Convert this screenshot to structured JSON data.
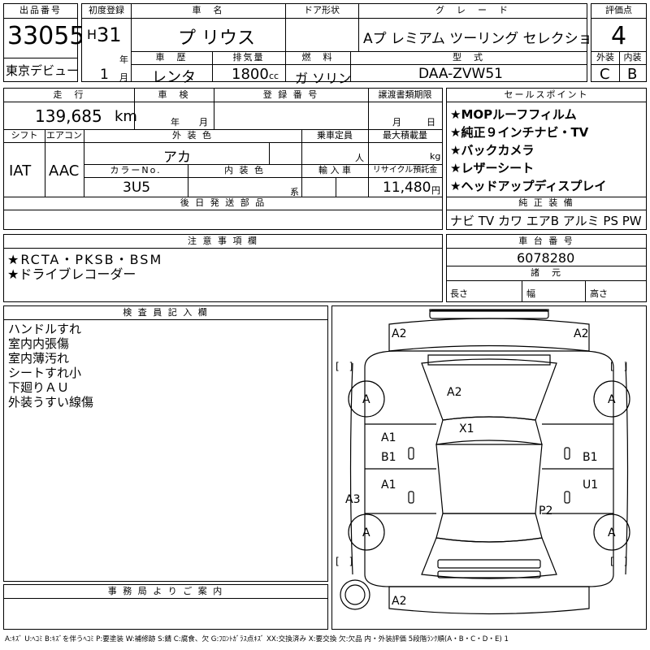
{
  "header": {
    "lot_label": "出品番号",
    "lot_number": "33055",
    "event_label": "東京デビュー",
    "first_reg_label": "初度登録",
    "era": "H",
    "year_value": "31",
    "year_unit": "年",
    "month_value": "1",
    "month_unit": "月",
    "car_name_label": "車　名",
    "car_name": "プ リウス",
    "door_label": "ドア形状",
    "door_value": "",
    "grade_label": "グ　レ　ー　ド",
    "grade": "Aプ レミアム ツーリング セレクション",
    "history_label": "車　歴",
    "history": "レンタ",
    "displacement_label": "排気量",
    "displacement": "1800",
    "displacement_unit": "cc",
    "fuel_label": "燃　料",
    "fuel": "ガ ソリン",
    "model_label": "型　式",
    "model": "DAA-ZVW51",
    "score_label": "評価点",
    "score": "4",
    "exterior_label": "外装",
    "exterior": "C",
    "interior_label": "内装",
    "interior": "B"
  },
  "details": {
    "mileage_label": "走　行",
    "mileage": "139,685",
    "mileage_unit": "km",
    "inspection_label": "車　検",
    "inspection_year_unit": "年",
    "inspection_month_unit": "月",
    "reg_label": "登 録 番 号",
    "manual_label": "譲渡書類期限",
    "manual_month_unit": "月",
    "manual_day_unit": "日",
    "shift_label": "シフト",
    "shift": "IAT",
    "ac_label": "エアコン",
    "ac": "AAC",
    "ext_color_label": "外 装 色",
    "ext_color": "アカ",
    "capacity_label": "乗車定員",
    "capacity_unit": "人",
    "max_load_label": "最大積載量",
    "max_load_unit": "kg",
    "color_no_label": "カラーNo.",
    "color_no": "3U5",
    "int_color_label": "内 装 色",
    "int_color_unit": "系",
    "import_label": "輸 入 車",
    "recycle_label": "リサイクル預託金",
    "recycle": "11,480",
    "recycle_unit": "円",
    "later_parts_label": "後 日 発 送 部 品"
  },
  "sales_points": {
    "label": "セールスポイント",
    "items": [
      "★MOPルーフフィルム",
      "★純正９インチナビ・TV",
      "★バックカメラ",
      "★レザーシート",
      "★ヘッドアップディスプレイ"
    ]
  },
  "equipment": {
    "label": "純 正 装 備",
    "value": "ナビ TV カワ エアB アルミ PS PW"
  },
  "notes": {
    "label": "注 意 事 項 欄",
    "items": [
      "★RCTA・PKSB・BSM",
      "★ドライブレコーダー"
    ]
  },
  "chassis": {
    "label": "車 台 番 号",
    "value": "6078280",
    "specs_label": "諸　元",
    "length_label": "長さ",
    "width_label": "幅",
    "height_label": "高さ"
  },
  "inspector": {
    "label": "検 査 員 記 入 欄",
    "items": [
      "ハンドルすれ",
      "室内内張傷",
      "室内薄汚れ",
      "シートすれ小",
      "下廻りＡＵ",
      "外装うすい線傷"
    ]
  },
  "office": {
    "label": "事 務 局 よ り ご 案 内"
  },
  "diagram_marks": {
    "front_left": "A2",
    "front_right": "A2",
    "hood": "A2",
    "roof": "X1",
    "left_front_door_a": "A1",
    "left_front_door_b": "B1",
    "right_front_door": "B1",
    "left_rear_door": "A1",
    "right_rear_door": "U1",
    "left_quarter": "A3",
    "trunk": "P2",
    "rear": "A2",
    "wheel": "A",
    "bracket": "[　]"
  },
  "legend": "A:ｷｽﾞ U:ﾍｺﾐ B:ｷｽﾞを伴うﾍｺﾐ P:要塗装 W:補修跡 S:錆 C:腐食、欠 G:ﾌﾛﾝﾄｶﾞﾗｽ点ｷｽﾞ XX:交換済み X:要交換 欠:欠品 内・外装評価 5段階ﾗﾝｸ順(A・B・C・D・E) 1"
}
